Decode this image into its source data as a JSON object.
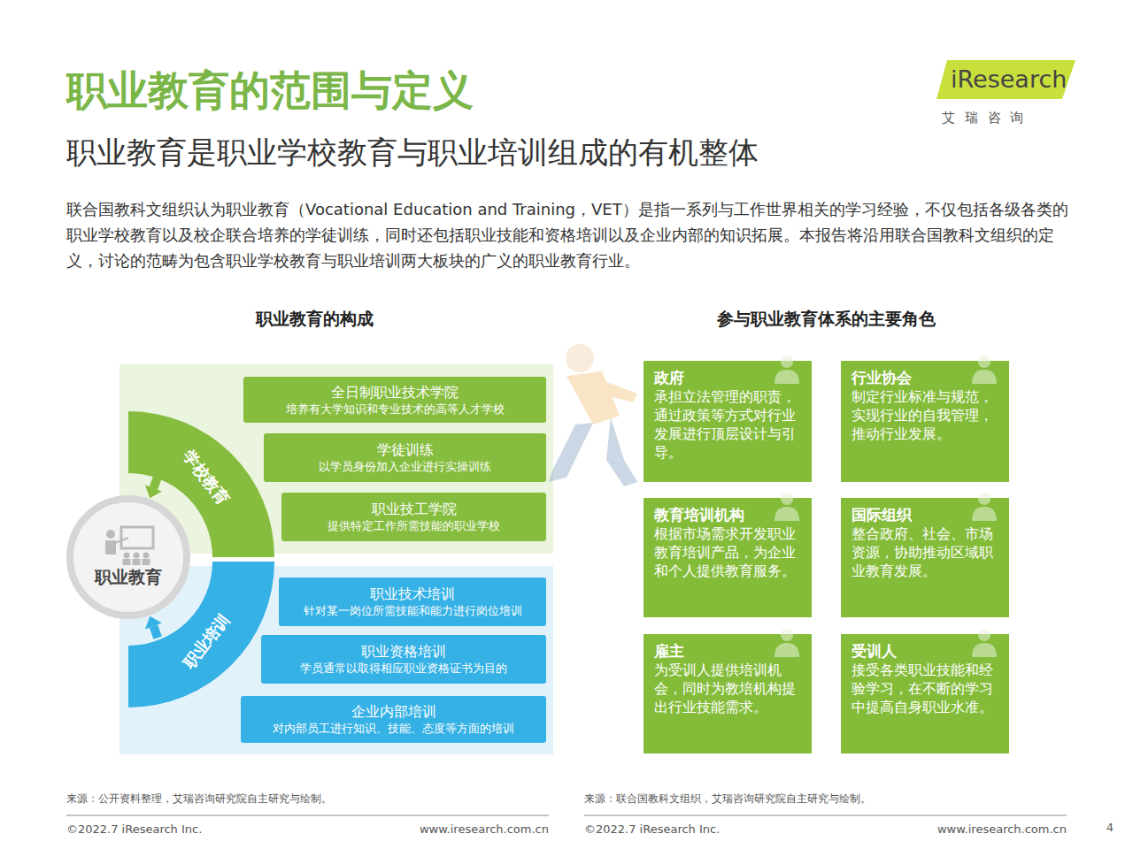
{
  "diagram": {
    "title": "职业教育的范围与定义",
    "nodes": [
      {
        "text": [
          "职业教育"
        ]
      },
      {
        "text": [
          "学校教育"
        ]
      },
      {
        "text": [
          "全日制职业技术学院",
          "培养有大学知识和专业技术的高等人才学校"
        ]
      },
      {
        "text": [
          "学徒训练",
          "以学员身份加入企业进行实操训练"
        ]
      },
      {
        "text": [
          "职业技工学院",
          "提供特定工作所需技能的职业学校"
        ]
      },
      {
        "text": [
          "职业培训"
        ]
      },
      {
        "text": [
          "职业技术培训",
          "针对某一岗位所需技能和能力进行岗位培训"
        ]
      },
      {
        "text": [
          "职业资格培训",
          "学员通常以取得相应职业资格证书为目的"
        ]
      },
      {
        "text": [
          "企业内部培训",
          "对内部员工进行知识、技能、态度等方面的培训"
        ]
      },
      {
        "text": [
          "政府",
          "承担立法管理的职责，通过政策等方式对行业发展进行顶层设计与引导。"
        ]
      },
      {
        "text": [
          "行业协会",
          "制定行业标准与规范，实现行业的自我管理，推动行业发展。"
        ]
      },
      {
        "text": [
          "教育培训机构",
          "根据市场需求开发职业教育培训产品，为企业和个人提供教育服务。"
        ]
      },
      {
        "text": [
          "国际组织",
          "整合政府、社会、市场资源，协助推动区域职业教育发展。"
        ]
      },
      {
        "text": [
          "雇主",
          "为受训人提供培训机会，同时为教培机构提出行业技能需求。"
        ]
      },
      {
        "text": [
          "受训人",
          "接受各类职业技能和经验学习，在不断的学习中提高自身职业水准。"
        ]
      }
    ],
    "edges": [
      {
        "from": 1,
        "to": 0,
        "arrow": "to"
      },
      {
        "from": 5,
        "to": 0,
        "arrow": "to"
      }
    ],
    "labels": [
      "职业教育是职业学校教育与职业培训组成的有机整体",
      "联合国教科文组织认为职业教育（Vocational Education and Training，VET）是指一系列与工作世界相关的学习经验，不仅包括各级各类的职业学校教育以及校企联合培养的学徒训练，同时还包括职业技能和资格培训以及企业内部的知识拓展。本报告将沿用联合国教科文组织的定义，讨论的范畴为包含职业学校教育与职业培训两大板块的广义的职业教育行业。",
      "职业教育的构成",
      "参与职业教育体系的主要角色",
      "iResearch",
      "艾 瑞 咨 询",
      "来源：公开资料整理，艾瑞咨询研究院自主研究与绘制。",
      "来源：联合国教科文组织，艾瑞咨询研究院自主研究与绘制。",
      "©2022.7 iResearch Inc.",
      "www.iresearch.com.cn",
      "©2022.7 iResearch Inc.",
      "www.iresearch.com.cn",
      "4"
    ]
  }
}
